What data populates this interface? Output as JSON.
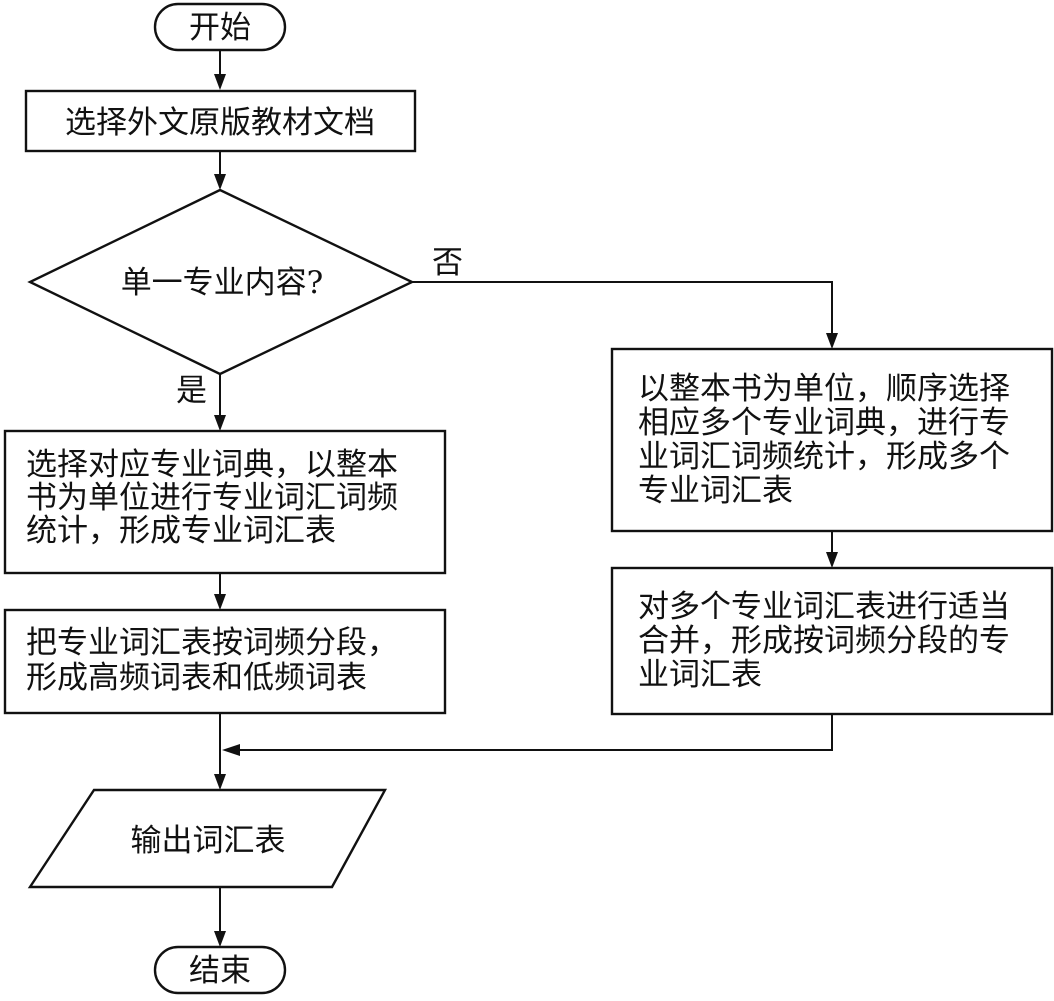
{
  "flowchart": {
    "start": "开始",
    "select_docs": "选择外文原版教材文档",
    "decision": "单一专业内容?",
    "no_label": "否",
    "yes_label": "是",
    "left_step1": [
      "选择对应专业词典，以整本",
      "书为单位进行专业词汇词频",
      "统计，形成专业词汇表"
    ],
    "left_step2": [
      "把专业词汇表按词频分段，",
      "形成高频词表和低频词表"
    ],
    "right_step1": [
      "以整本书为单位，顺序选择",
      "相应多个专业词典，进行专",
      "业词汇词频统计，形成多个",
      "专业词汇表"
    ],
    "right_step2": [
      "对多个专业词汇表进行适当",
      "合并，形成按词频分段的专",
      "业词汇表"
    ],
    "output": "输出词汇表",
    "end": "结束"
  }
}
